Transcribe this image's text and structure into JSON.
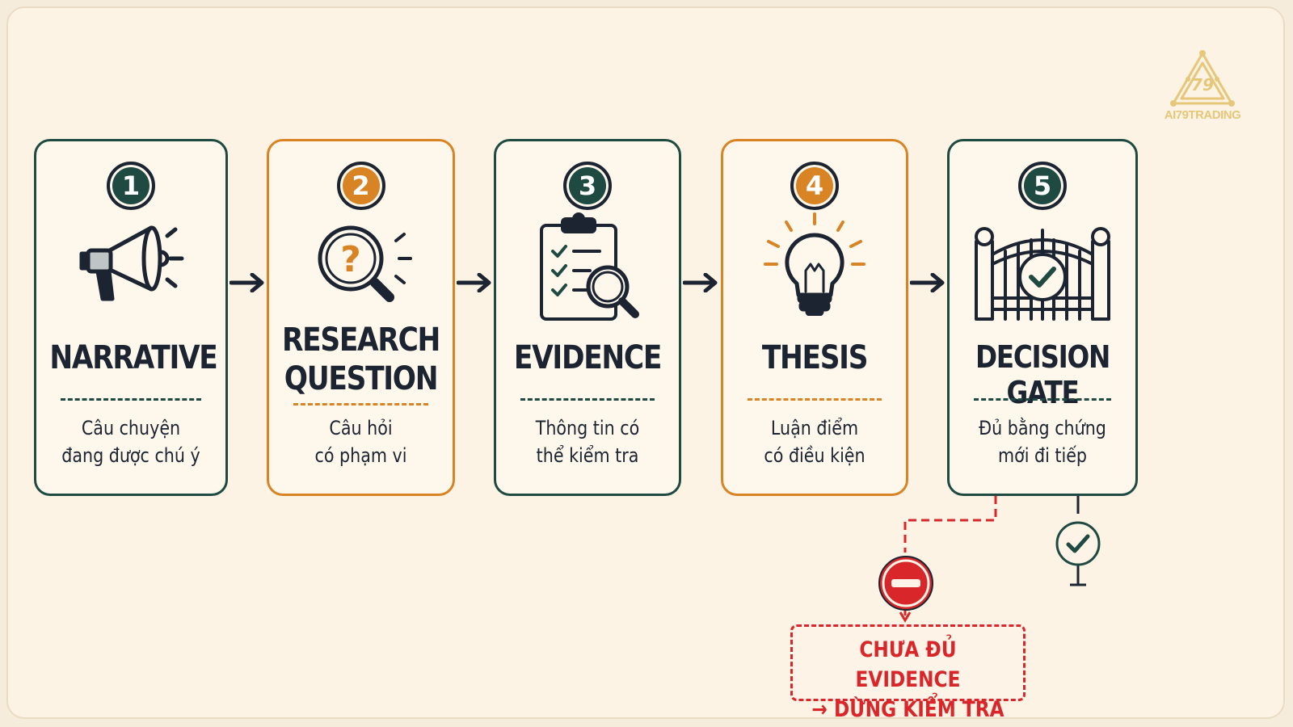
{
  "logo": {
    "text": "AI79TRADING",
    "mark": "79"
  },
  "steps": [
    {
      "number": "1",
      "title": "NARRATIVE",
      "desc1": "Câu chuyện",
      "desc2": "đang được chú ý",
      "icon": "megaphone-icon",
      "color": "#1f4a42"
    },
    {
      "number": "2",
      "title1": "RESEARCH",
      "title2": "QUESTION",
      "desc1": "Câu hỏi",
      "desc2": "có phạm vi",
      "icon": "magnifier-question-icon",
      "color": "#d98424"
    },
    {
      "number": "3",
      "title": "EVIDENCE",
      "desc1": "Thông tin có",
      "desc2": "thể kiểm tra",
      "icon": "clipboard-check-icon",
      "color": "#1f4a42"
    },
    {
      "number": "4",
      "title": "THESIS",
      "desc1": "Luận điểm",
      "desc2": "có điều kiện",
      "icon": "lightbulb-icon",
      "color": "#d98424"
    },
    {
      "number": "5",
      "title": "DECISION GATE",
      "desc1": "Đủ bằng chứng",
      "desc2": "mới đi tiếp",
      "icon": "gate-check-icon",
      "color": "#1f4a42"
    }
  ],
  "stop": {
    "line1": "CHƯA ĐỦ EVIDENCE",
    "line2": "→ DỪNG KIỂM TRA",
    "color": "#d8262a"
  }
}
